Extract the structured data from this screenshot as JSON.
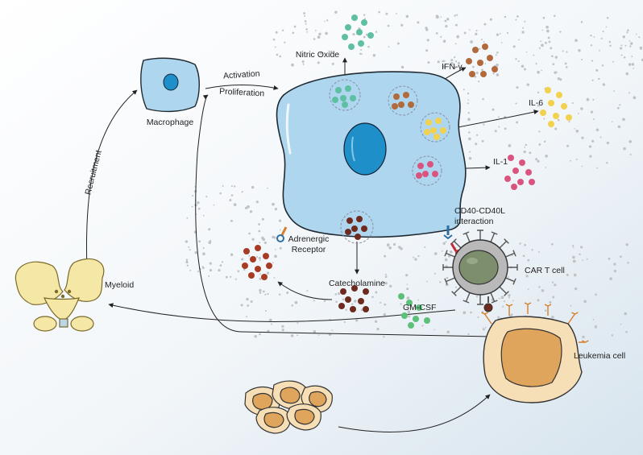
{
  "labels": {
    "recruitment": "Recruitment",
    "macrophage": "Macrophage",
    "activation": "Activation",
    "proliferation": "Proliferation",
    "nitric_oxide": "Nitric Oxide",
    "ifn_gamma": "IFN-γ",
    "il6": "IL-6",
    "il1": "IL-1",
    "cd40_line1": "CD40-CD40L",
    "cd40_line2": "interaction",
    "adrenergic_line1": "Adrenergic",
    "adrenergic_line2": "Receptor",
    "catecholamine": "Catecholamine",
    "car_t_cell": "CAR T cell",
    "myeloid": "Myeloid",
    "gm_csf": "GM-CSF",
    "leukemia_cell": "Leukemia cell"
  },
  "colors": {
    "macrophage_fill": "#aed6ee",
    "macrophage_stroke": "#1f2a33",
    "nucleus": "#1f8fc9",
    "nitric_oxide": "#5fbfa3",
    "ifn_gamma": "#b06a3c",
    "il6": "#f2d14f",
    "il1": "#d9557f",
    "catecholamine": "#6e2a1e",
    "catecholamine_released": "#a83b24",
    "gm_csf": "#5cbf7a",
    "car_t_outer": "#b9b9b9",
    "car_t_nucleus": "#7d8e6c",
    "leukemia_fill": "#f6dfb7",
    "leukemia_nucleus": "#e0a55c",
    "bone": "#f5e7a6",
    "receptor_blue": "#2e6fa3",
    "receptor_red": "#c22f3a",
    "receptor_orange": "#d77d2a"
  },
  "icons": [
    "pelvis-bone-icon",
    "macrophage-cell-icon",
    "car-t-cell-icon",
    "leukemia-cell-icon",
    "tumor-cell-cluster-icon"
  ]
}
